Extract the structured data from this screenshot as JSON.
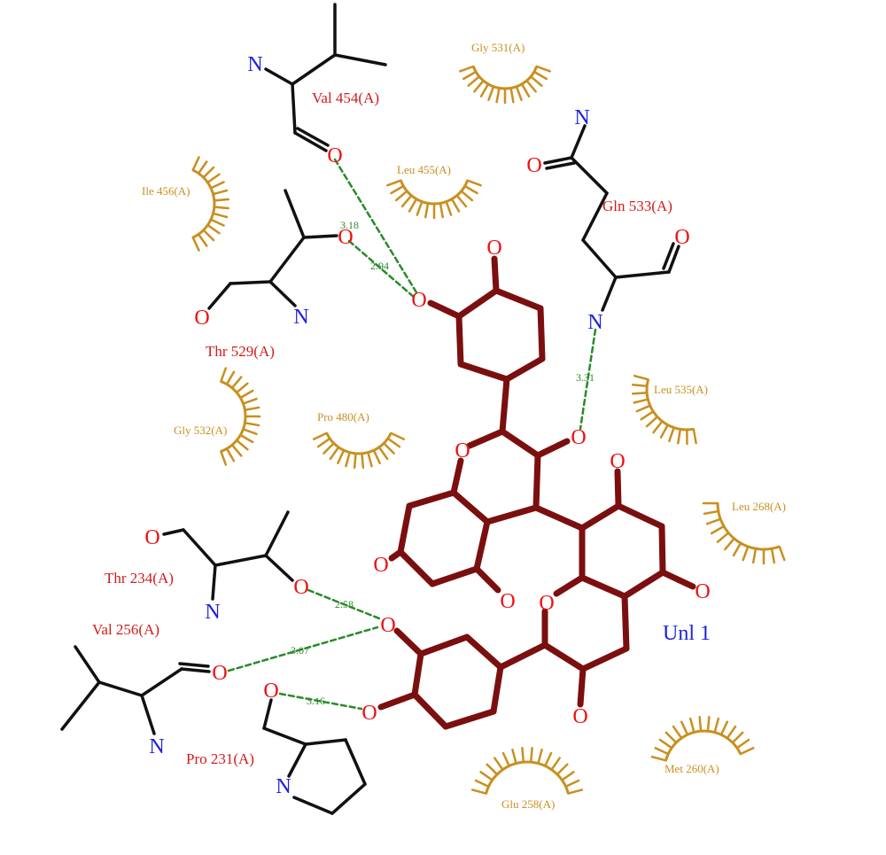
{
  "ligand": {
    "name": "Unl 1",
    "bond_color": "#7b0f0f"
  },
  "atom_symbols": {
    "O": "O",
    "N": "N"
  },
  "residues_hbond": [
    {
      "label": "Val 454(A)"
    },
    {
      "label": "Thr 529(A)"
    },
    {
      "label": "Gln 533(A)"
    },
    {
      "label": "Thr 234(A)"
    },
    {
      "label": "Val 256(A)"
    },
    {
      "label": "Pro 231(A)"
    }
  ],
  "residues_hydrophobic": [
    {
      "label": "Gly 531(A)"
    },
    {
      "label": "Ile 456(A)"
    },
    {
      "label": "Leu 455(A)"
    },
    {
      "label": "Leu 535(A)"
    },
    {
      "label": "Gly 532(A)"
    },
    {
      "label": "Pro 480(A)"
    },
    {
      "label": "Leu 268(A)"
    },
    {
      "label": "Glu 258(A)"
    },
    {
      "label": "Met 260(A)"
    }
  ],
  "hbonds": [
    {
      "distance": "3.18"
    },
    {
      "distance": "2.94"
    },
    {
      "distance": "3.31"
    },
    {
      "distance": "2.58"
    },
    {
      "distance": "3.07"
    },
    {
      "distance": "3.16"
    }
  ],
  "colors": {
    "residue_bond": "#111111",
    "hbond": "#2a8a2a",
    "hydrophobic": "#c8901f",
    "oxygen": "#ee1111",
    "nitrogen": "#1a22dd"
  }
}
